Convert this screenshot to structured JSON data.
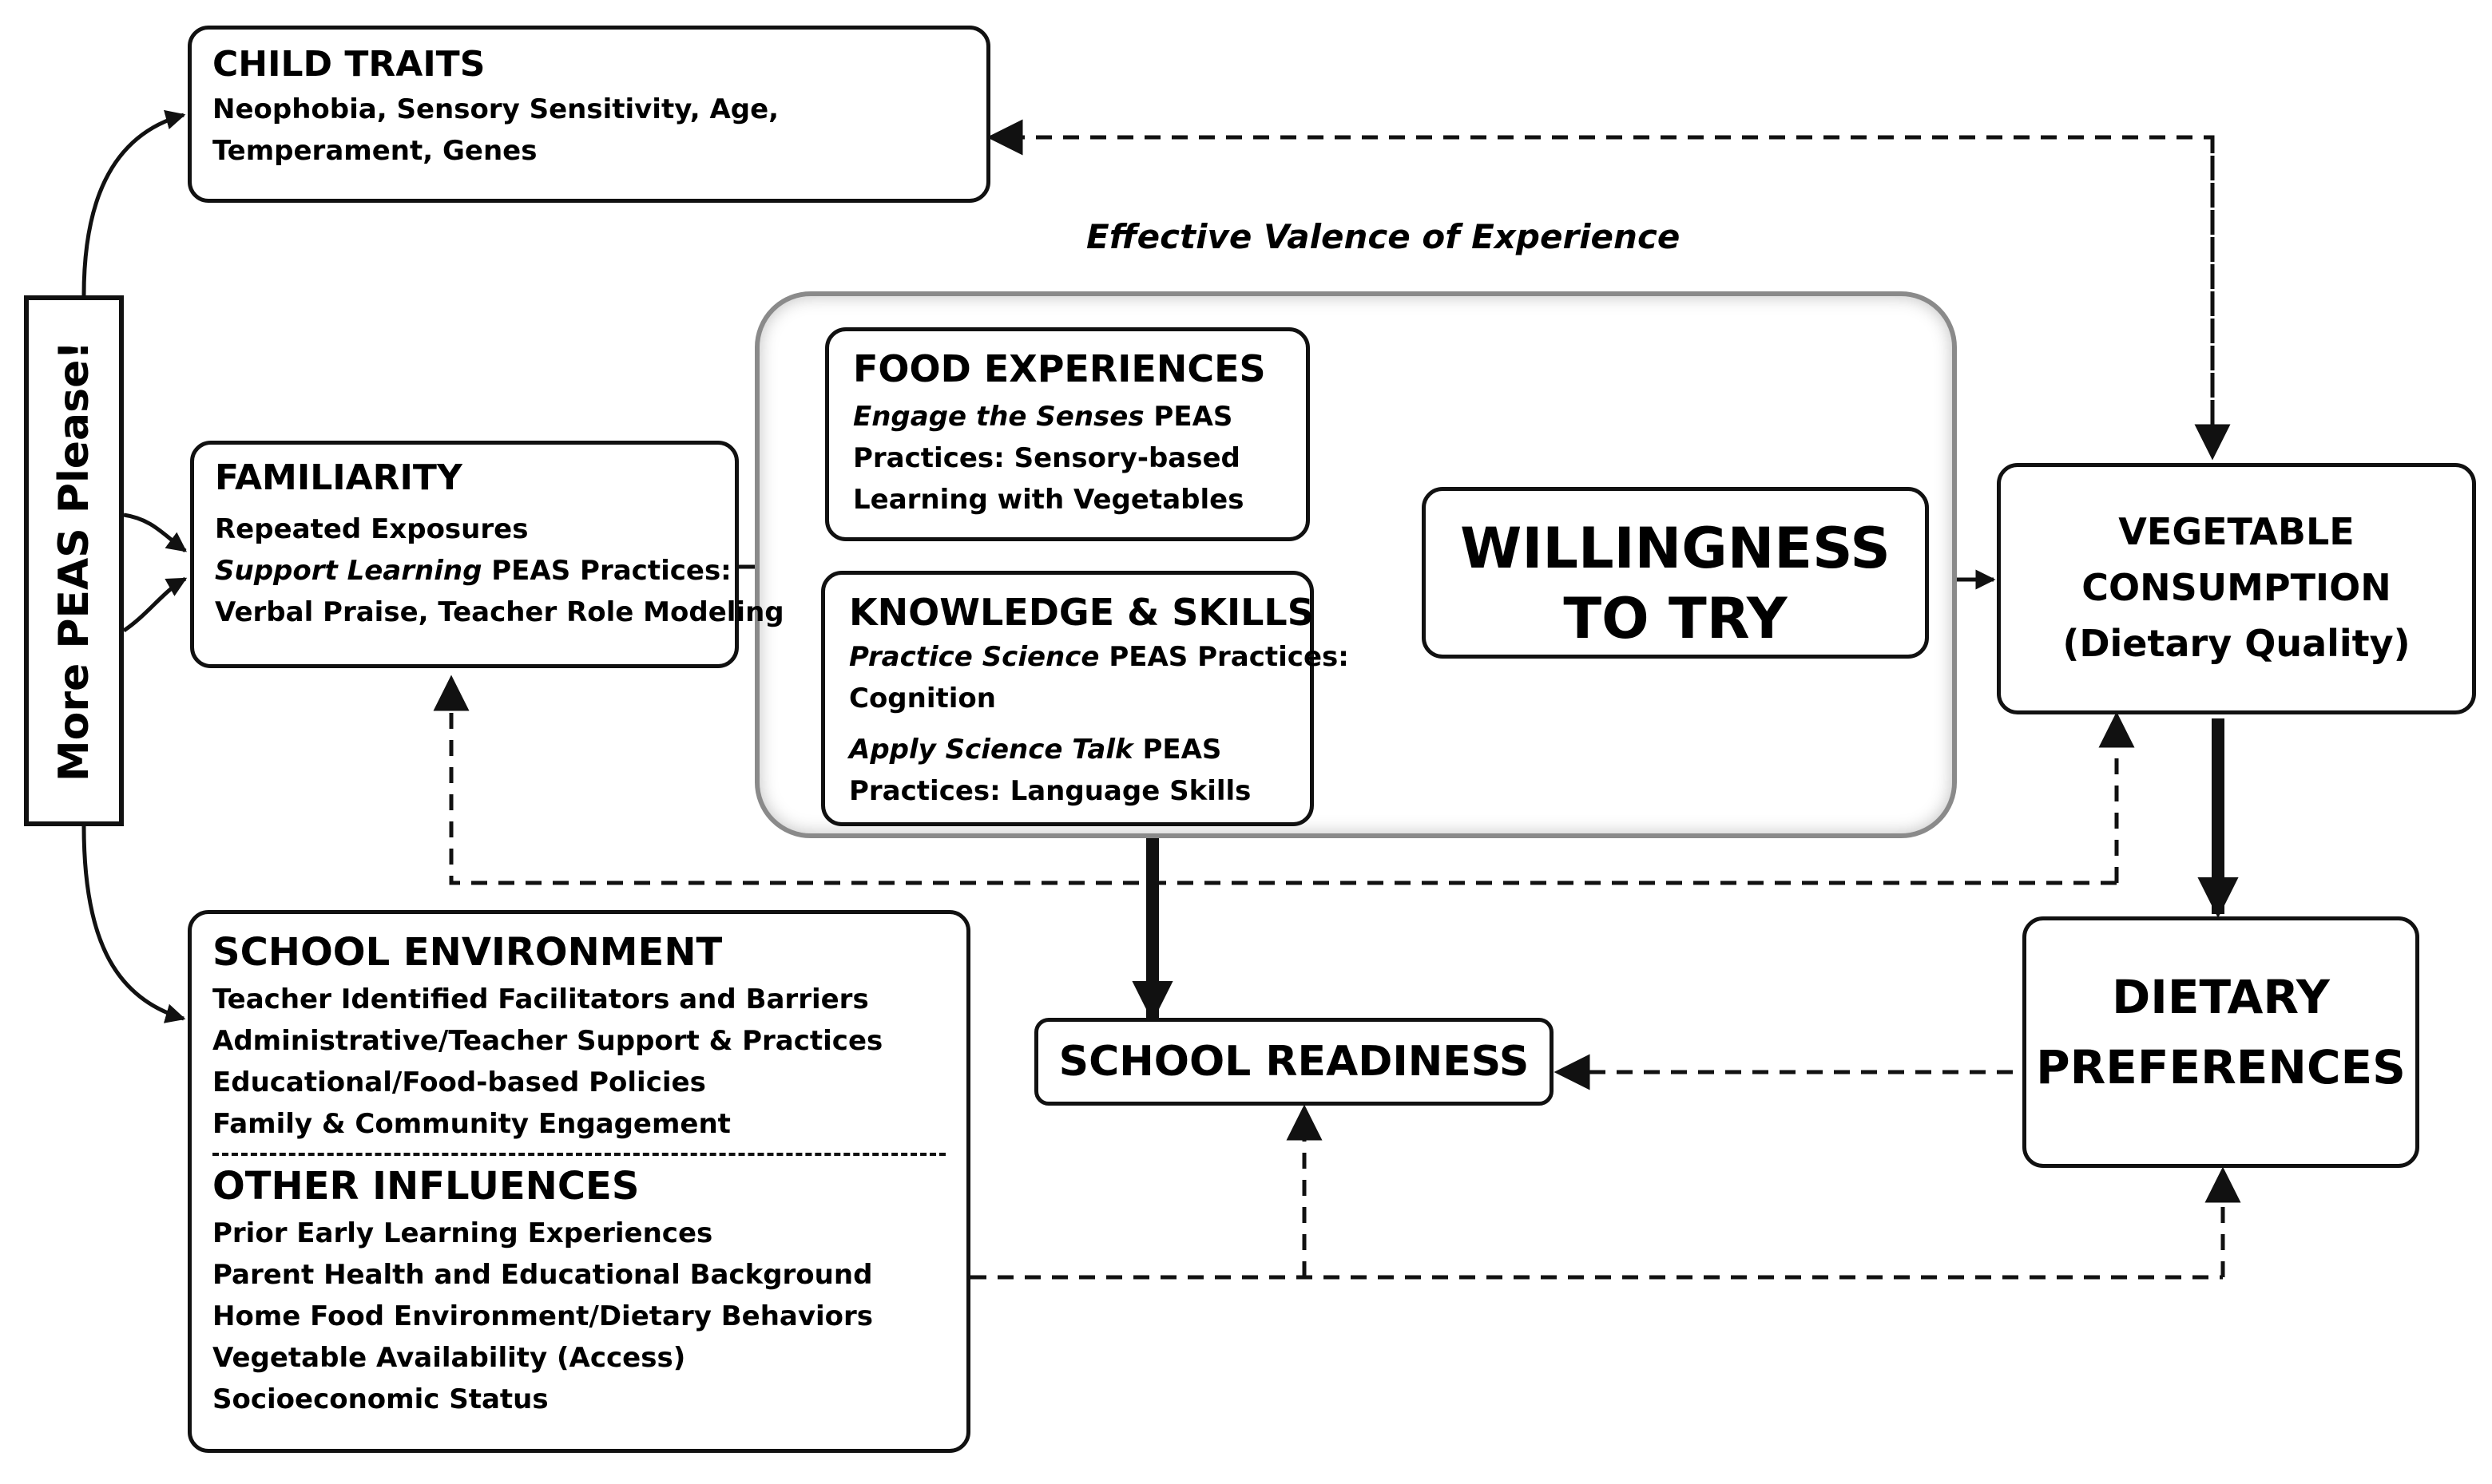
{
  "sidebar": {
    "label": "More PEAS Please!"
  },
  "child_traits": {
    "title": "CHILD TRAITS",
    "lines": [
      "Neophobia, Sensory Sensitivity, Age,",
      "Temperament, Genes"
    ]
  },
  "valence_label": "Effective Valence of Experience",
  "familiarity": {
    "title": "FAMILIARITY",
    "line1": "Repeated Exposures",
    "line2_italic": "Support Learning",
    "line2_rest": " PEAS Practices:",
    "line3": "Verbal Praise, Teacher Role Modeling"
  },
  "food_experiences": {
    "title": "FOOD EXPERIENCES",
    "line1_italic": "Engage the Senses",
    "line1_rest": " PEAS",
    "line2": "Practices: Sensory-based",
    "line3": "Learning with Vegetables"
  },
  "knowledge_skills": {
    "title": "KNOWLEDGE & SKILLS",
    "line1_italic": "Practice Science",
    "line1_rest": " PEAS Practices:",
    "line2": "Cognition",
    "line3_italic": "Apply Science Talk",
    "line3_rest": " PEAS",
    "line4": "Practices: Language Skills"
  },
  "willingness": {
    "line1": "WILLINGNESS",
    "line2": "TO TRY"
  },
  "vegetable_consumption": {
    "line1": "VEGETABLE",
    "line2": "CONSUMPTION",
    "line3": "(Dietary Quality)"
  },
  "school_readiness": {
    "label": "SCHOOL READINESS"
  },
  "dietary_preferences": {
    "line1": "DIETARY",
    "line2": "PREFERENCES"
  },
  "school_environment": {
    "title": "SCHOOL ENVIRONMENT",
    "lines": [
      "Teacher Identified Facilitators and Barriers",
      "Administrative/Teacher Support & Practices",
      "Educational/Food-based Policies",
      "Family & Community Engagement"
    ]
  },
  "other_influences": {
    "title": "OTHER INFLUENCES",
    "lines": [
      "Prior Early Learning Experiences",
      "Parent Health and Educational Background",
      "Home Food Environment/Dietary Behaviors",
      "Vegetable Availability (Access)",
      "Socioeconomic Status"
    ]
  }
}
